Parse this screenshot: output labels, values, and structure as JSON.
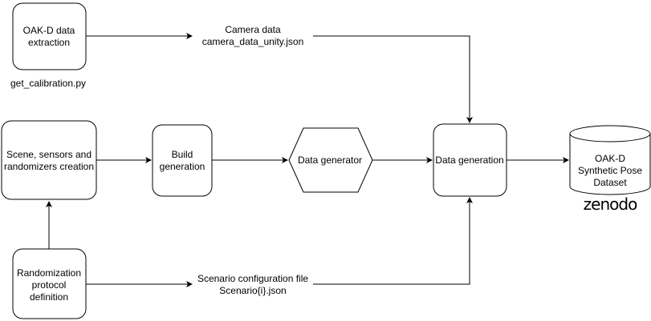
{
  "nodes": {
    "oak_extraction": {
      "lines": [
        "OAK-D data",
        "extraction"
      ]
    },
    "scene_creation": {
      "lines": [
        "Scene, sensors and",
        "randomizers creation"
      ]
    },
    "build_generation": {
      "lines": [
        "Build",
        "generation"
      ]
    },
    "data_generator": {
      "lines": [
        "Data generator"
      ]
    },
    "data_generation": {
      "lines": [
        "Data generation"
      ]
    },
    "dataset": {
      "lines": [
        "OAK-D",
        "Synthetic Pose",
        "Dataset"
      ]
    },
    "randomization": {
      "lines": [
        "Randomization",
        "protocol",
        "definition"
      ]
    }
  },
  "captions": {
    "calibration_script": "get_calibration.py",
    "zenodo_logo": "zenodo"
  },
  "edge_labels": {
    "camera_data": [
      "Camera data",
      "camera_data_unity.json"
    ],
    "scenario_config": [
      "Scenario configuration file",
      "Scenario{i}.json"
    ]
  }
}
